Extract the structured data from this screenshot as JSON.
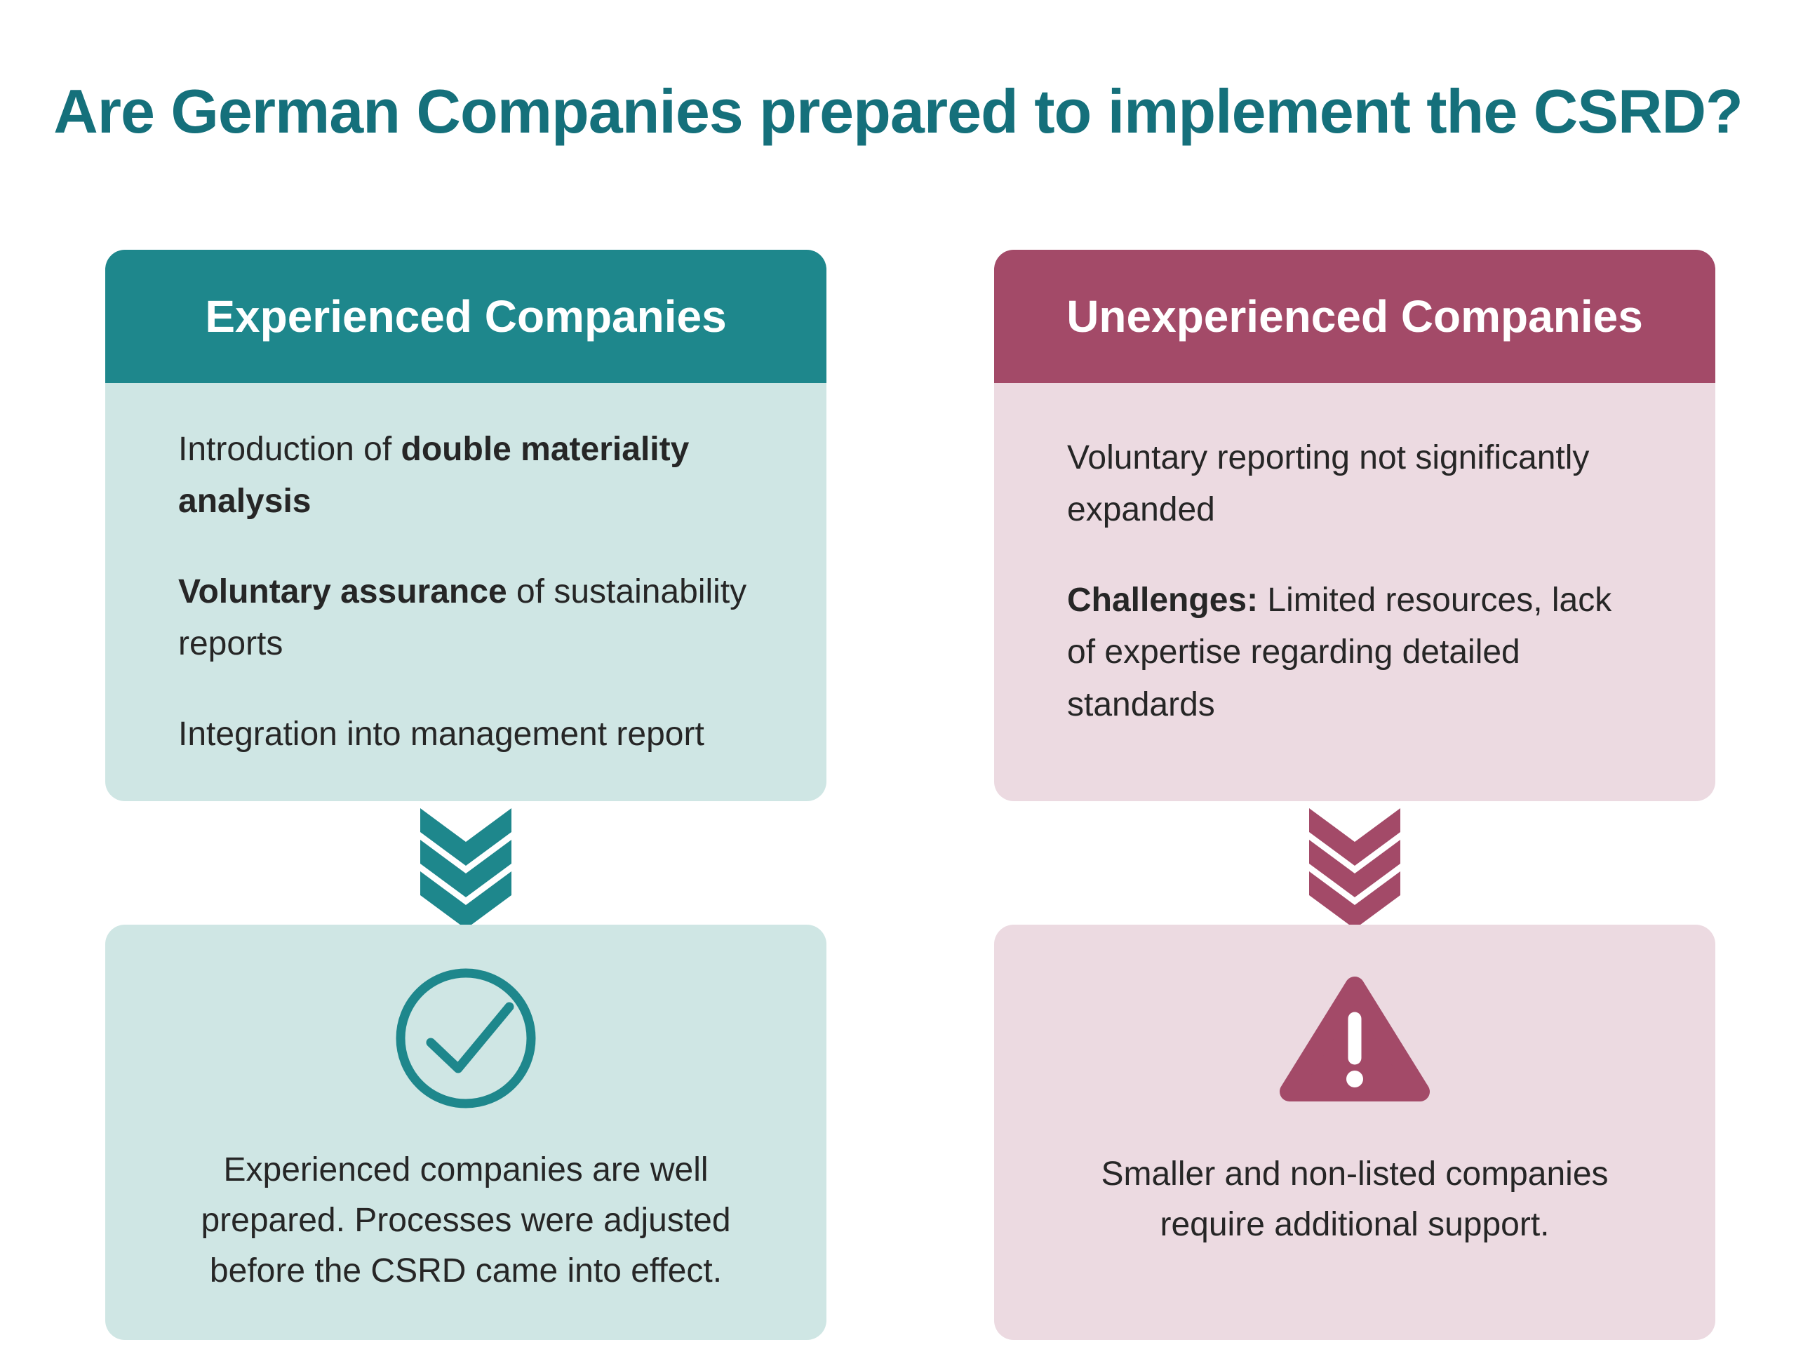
{
  "title": "Are German Companies prepared to implement the CSRD?",
  "left": {
    "header": "Experienced Companies",
    "items": [
      {
        "pre": "Introduction of ",
        "bold": "double materiality analysis",
        "post": ""
      },
      {
        "pre": "",
        "bold": "Voluntary assurance",
        "post": " of sustainability reports"
      },
      {
        "pre": "Integration into management report",
        "bold": "",
        "post": ""
      }
    ],
    "result": "Experienced companies are well prepared. Processes were adjusted before the CSRD came into effect.",
    "icon": "check-circle-icon",
    "arrow_icon": "triple-chevron-down-icon",
    "colors": {
      "header_bg": "#1E878C",
      "body_bg": "#CFE6E4",
      "accent": "#1E878C"
    }
  },
  "right": {
    "header": "Unexperienced Companies",
    "items": [
      {
        "pre": "Voluntary reporting not significantly expanded",
        "bold": "",
        "post": ""
      },
      {
        "pre": "",
        "bold": "Challenges:",
        "post": " Limited resources, lack of expertise regarding detailed standards"
      }
    ],
    "result": "Smaller and non-listed companies require additional support.",
    "icon": "warning-triangle-icon",
    "arrow_icon": "triple-chevron-down-icon",
    "colors": {
      "header_bg": "#A34A68",
      "body_bg": "#ECDAE1",
      "accent": "#A34A68"
    }
  },
  "colors": {
    "title": "#15707B",
    "text": "#262626",
    "background": "#FFFFFF"
  }
}
